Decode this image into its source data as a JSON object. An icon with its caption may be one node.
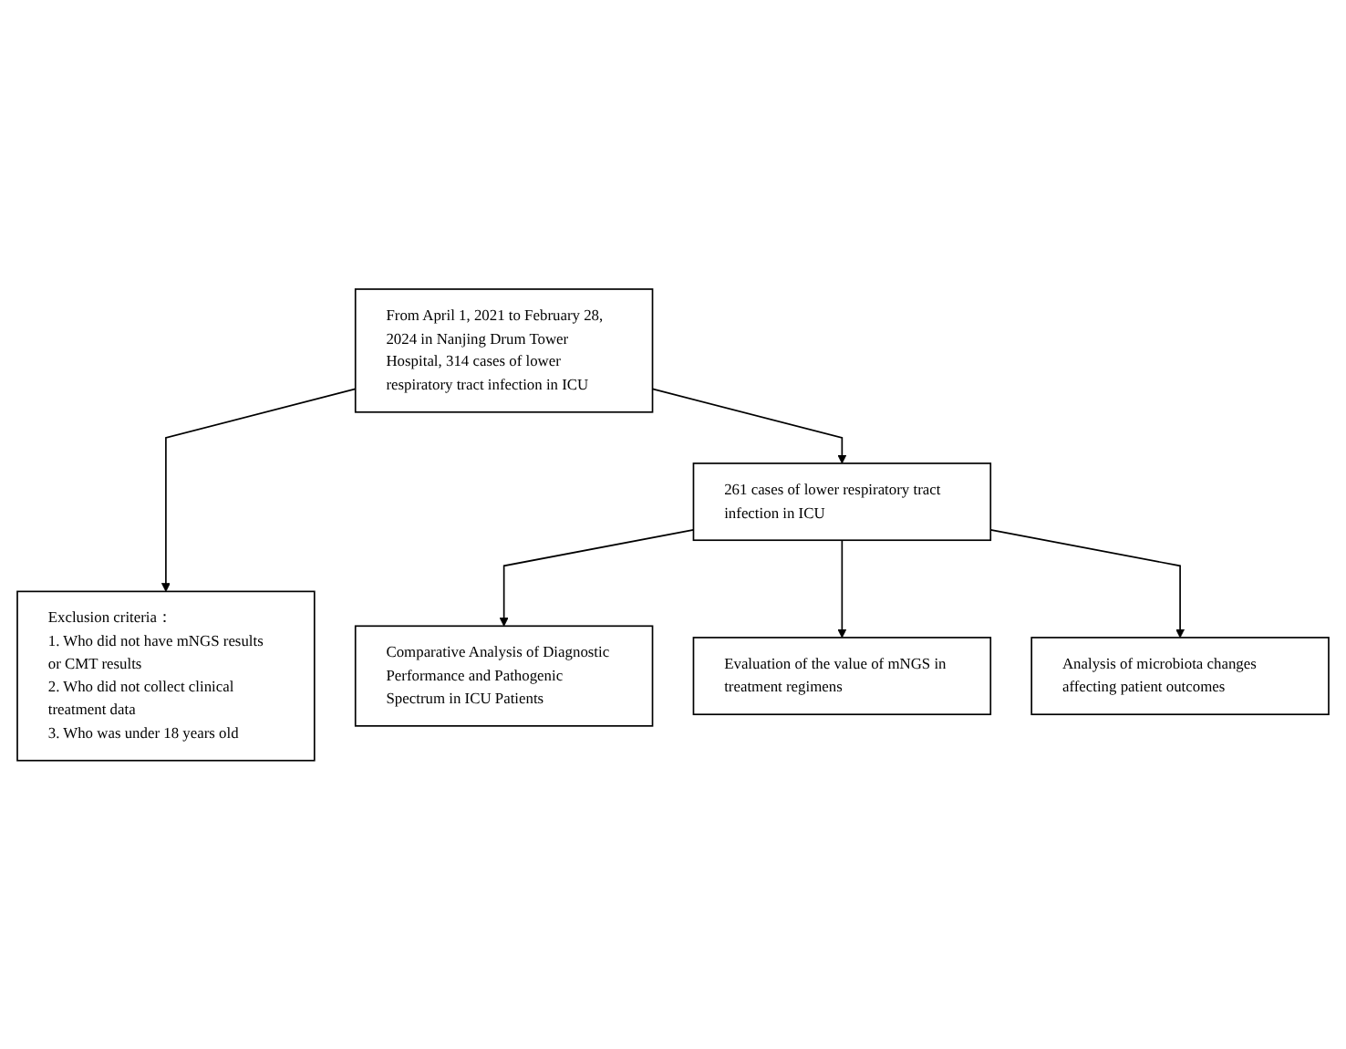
{
  "diagram": {
    "nodes": [
      {
        "text": [
          "From April 1, 2021 to February 28, 2024 in Nanjing Drum Tower Hospital, 314 cases of lower respiratory tract infection in ICU"
        ]
      },
      {
        "text": [
          "Exclusion criteria：",
          "1. Who did not have mNGS results or CMT results",
          "2. Who did not collect clinical treatment data",
          "3. Who was under 18 years old"
        ]
      },
      {
        "text": [
          "261 cases of lower respiratory tract infection in ICU"
        ]
      },
      {
        "text": [
          "Comparative Analysis of Diagnostic Performance and Pathogenic Spectrum in ICU Patients"
        ]
      },
      {
        "text": [
          "Evaluation of the value of mNGS in treatment regimens"
        ]
      },
      {
        "text": [
          "Analysis of microbiota changes affecting patient outcomes"
        ]
      }
    ],
    "edges": [
      {
        "from": 0,
        "to": 1,
        "arrow": "to"
      },
      {
        "from": 0,
        "to": 2,
        "arrow": "to"
      },
      {
        "from": 2,
        "to": 3,
        "arrow": "to"
      },
      {
        "from": 2,
        "to": 4,
        "arrow": "to"
      },
      {
        "from": 2,
        "to": 5,
        "arrow": "to"
      }
    ]
  }
}
